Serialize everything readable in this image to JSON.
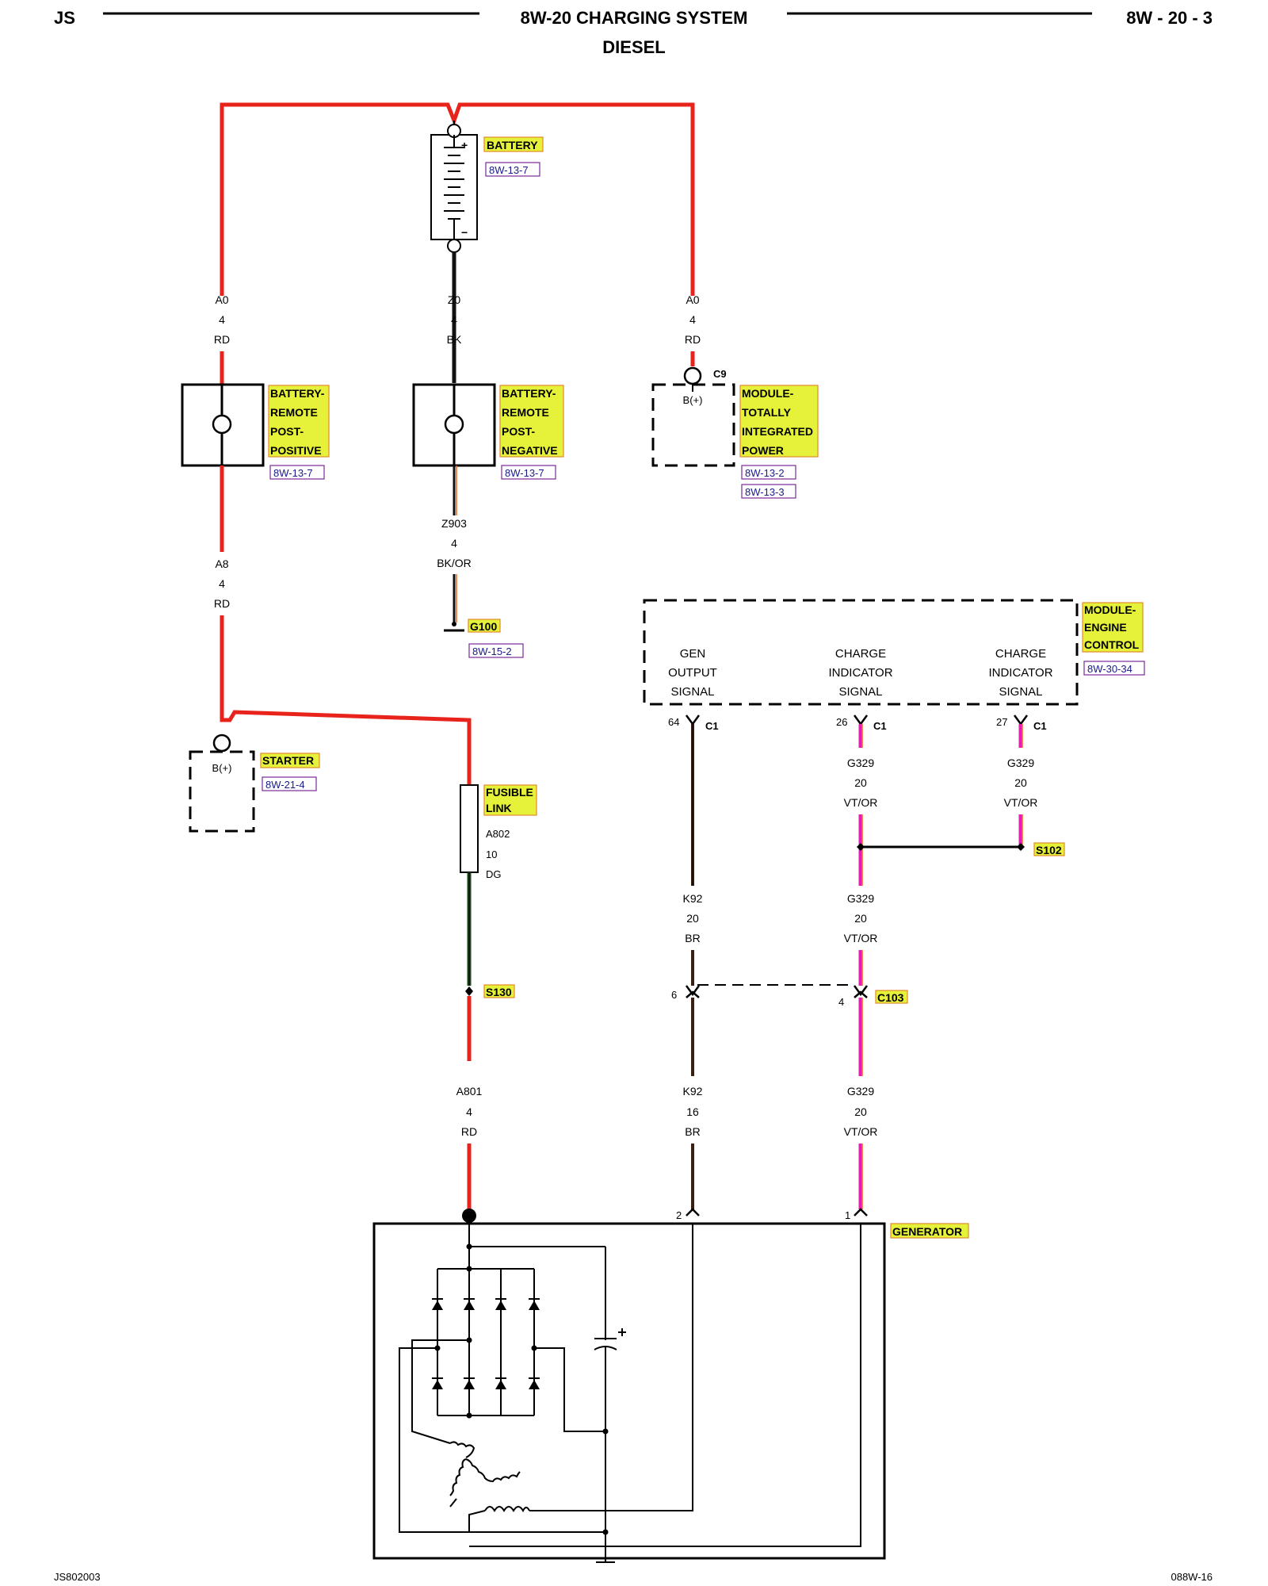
{
  "header": {
    "left": "JS",
    "title": "8W-20 CHARGING SYSTEM",
    "subtitle": "DIESEL",
    "right": "8W - 20 - 3"
  },
  "footer": {
    "left": "JS802003",
    "right": "088W-16"
  },
  "colors": {
    "red": "#e8231b",
    "black": "#111111",
    "green": "#1f4a1f",
    "magenta": "#e81cb4",
    "violet_orange": "#e86a1c",
    "highlight": "#e6f23a"
  },
  "components": {
    "battery": {
      "name": "BATTERY",
      "ref": "8W-13-7",
      "plus": "+",
      "minus": "−"
    },
    "remote_pos": {
      "lines": [
        "BATTERY-",
        "REMOTE",
        "POST-",
        "POSITIVE"
      ],
      "ref": "8W-13-7"
    },
    "remote_neg": {
      "lines": [
        "BATTERY-",
        "REMOTE",
        "POST-",
        "NEGATIVE"
      ],
      "ref": "8W-13-7"
    },
    "tipm": {
      "lines": [
        "MODULE-",
        "TOTALLY",
        "INTEGRATED",
        "POWER"
      ],
      "refs": [
        "8W-13-2",
        "8W-13-3"
      ],
      "connector": "C9",
      "pin": "B(+)"
    },
    "ground": {
      "name": "G100",
      "ref": "8W-15-2"
    },
    "starter": {
      "name": "STARTER",
      "ref": "8W-21-4",
      "pin": "B(+)"
    },
    "fusible": {
      "lines": [
        "FUSIBLE",
        "LINK"
      ]
    },
    "ecm": {
      "lines": [
        "MODULE-",
        "ENGINE",
        "CONTROL"
      ],
      "ref": "8W-30-34",
      "signals": [
        [
          "GEN",
          "OUTPUT",
          "SIGNAL"
        ],
        [
          "CHARGE",
          "INDICATOR",
          "SIGNAL"
        ],
        [
          "CHARGE",
          "INDICATOR",
          "SIGNAL"
        ]
      ],
      "pins": [
        "64",
        "26",
        "27"
      ],
      "connector": "C1"
    },
    "generator": {
      "name": "GENERATOR",
      "pins": [
        "2",
        "1"
      ]
    }
  },
  "splices": {
    "s102": "S102",
    "s130": "S130"
  },
  "connector_c103": {
    "name": "C103",
    "pins": [
      "6",
      "4"
    ]
  },
  "wires": {
    "a0_left": [
      "A0",
      "4",
      "RD"
    ],
    "z0": [
      "Z0",
      "4",
      "BK"
    ],
    "a0_right": [
      "A0",
      "4",
      "RD"
    ],
    "a8": [
      "A8",
      "4",
      "RD"
    ],
    "z903": [
      "Z903",
      "4",
      "BK/OR"
    ],
    "a802": [
      "A802",
      "10",
      "DG"
    ],
    "a801": [
      "A801",
      "4",
      "RD"
    ],
    "k92_upper": [
      "K92",
      "20",
      "BR"
    ],
    "k92_lower": [
      "K92",
      "16",
      "BR"
    ],
    "g329_ecm26": [
      "G329",
      "20",
      "VT/OR"
    ],
    "g329_ecm27": [
      "G329",
      "20",
      "VT/OR"
    ],
    "g329_mid": [
      "G329",
      "20",
      "VT/OR"
    ],
    "g329_lower": [
      "G329",
      "20",
      "VT/OR"
    ]
  }
}
